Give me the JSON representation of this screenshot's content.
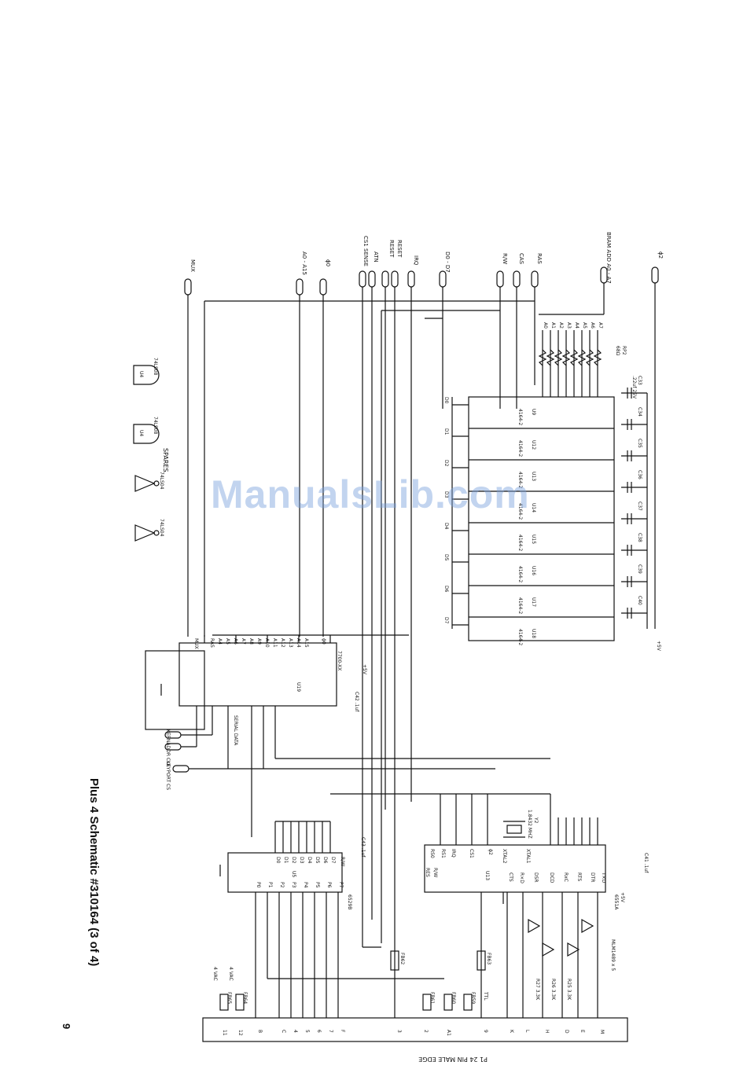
{
  "caption": "Plus 4 Schematic #310164 (3 of 4)",
  "page_number": "9",
  "watermark": "ManualsLib.com",
  "connector": {
    "title": "P1  24 PIN  MALE EDGE",
    "pins": [
      "M",
      "E",
      "D",
      "H",
      "L",
      "K",
      "9",
      "A1",
      "2",
      "3",
      "F",
      "7",
      "6",
      "5",
      "4",
      "C",
      "B",
      "12",
      "11"
    ]
  },
  "top_signals": [
    "ϕ2",
    "BRAM ADD A0 - A7",
    "RAS",
    "CAS",
    "R/W",
    "D0 - D7",
    "IRQ",
    "RESET",
    "RESET",
    "ATN",
    "CS1 SENSE",
    "ϕ0",
    "A0 - A15",
    "MUX"
  ],
  "ram_chips": [
    {
      "ref": "U9",
      "part": "4164-2",
      "bit": "D0"
    },
    {
      "ref": "U12",
      "part": "4164-2",
      "bit": "D1"
    },
    {
      "ref": "U13",
      "part": "4164-2",
      "bit": "D2"
    },
    {
      "ref": "U14",
      "part": "4164-2",
      "bit": "D3"
    },
    {
      "ref": "U15",
      "part": "4164-2",
      "bit": "D4"
    },
    {
      "ref": "U16",
      "part": "4164-2",
      "bit": "D5"
    },
    {
      "ref": "U17",
      "part": "4164-2",
      "bit": "D6"
    },
    {
      "ref": "U18",
      "part": "4164-2",
      "bit": "D7"
    }
  ],
  "decoupling_caps": [
    "C33",
    "C34",
    "C35",
    "C36",
    "C37",
    "C38",
    "C39",
    "C40"
  ],
  "cap_value": ".22uf 25V",
  "resistor_pack": {
    "ref": "RP2",
    "value": "68Ω",
    "lines": [
      "A7",
      "A6",
      "A5",
      "A4",
      "A3",
      "A2",
      "A1",
      "A0"
    ]
  },
  "u19": {
    "ref": "U19",
    "part": "7700-XX",
    "pins": [
      "MUX",
      "RAS",
      "A4",
      "A5",
      "A6",
      "A7",
      "A8",
      "A9",
      "A10",
      "A11",
      "A12",
      "A13",
      "A14",
      "A15",
      "ϕ0"
    ]
  },
  "u13": {
    "ref": "U13",
    "part": "6551A",
    "labels": [
      "RS0",
      "RS1",
      "RES",
      "R/W",
      "CS1",
      "ϕ2",
      "XTAL1",
      "XTAL2",
      "IRQ",
      "RTS",
      "DTR",
      "DCD",
      "DSR",
      "R×D",
      "T×D",
      "RxC",
      "CTS"
    ]
  },
  "u5": {
    "ref": "U5",
    "part": "6529B",
    "labels": [
      "D0",
      "D1",
      "D2",
      "D3",
      "D4",
      "D5",
      "D6",
      "D7",
      "P0",
      "P1",
      "P2",
      "P3",
      "P4",
      "P5",
      "P6",
      "P7",
      "R/W"
    ]
  },
  "crystal": {
    "ref": "Y2",
    "value": "1.8432 MHZ"
  },
  "spares": {
    "title": "SPARES",
    "parts": [
      "74LS08",
      "74LS08",
      "74LS04",
      "74LS04"
    ],
    "refs": [
      "U4",
      "U4"
    ]
  },
  "other_labels": [
    "+5V",
    "+5V",
    "+5V",
    "C42 .1uf",
    "C41 .1uf",
    "C43 .1uf",
    "FB62",
    "FB63",
    "FB64",
    "FB65",
    "FB60",
    "FB61",
    "FB59",
    "SERIAL DATA",
    "KERNADOR CLK",
    "KEYPORT CS",
    "MLM1489 x 5",
    "R27 3.3K",
    "R26 3.3K",
    "R25 3.3K",
    "4 VAC",
    "4 VAC",
    "TTL"
  ]
}
